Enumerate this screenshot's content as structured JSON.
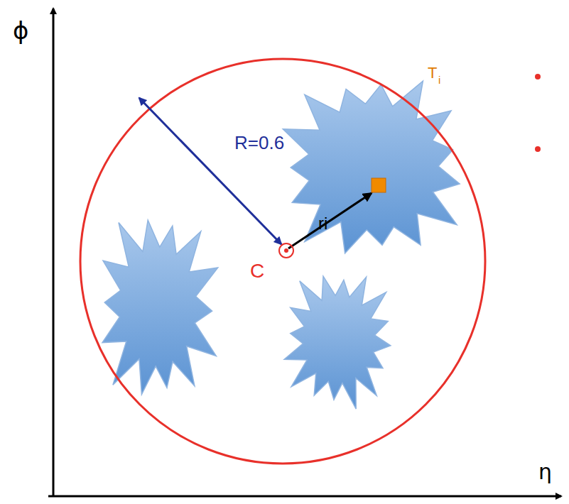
{
  "diagram": {
    "labels": [
      "ϕ",
      "η",
      "R=0.6",
      "C",
      "ri",
      "T",
      "i"
    ]
  }
}
